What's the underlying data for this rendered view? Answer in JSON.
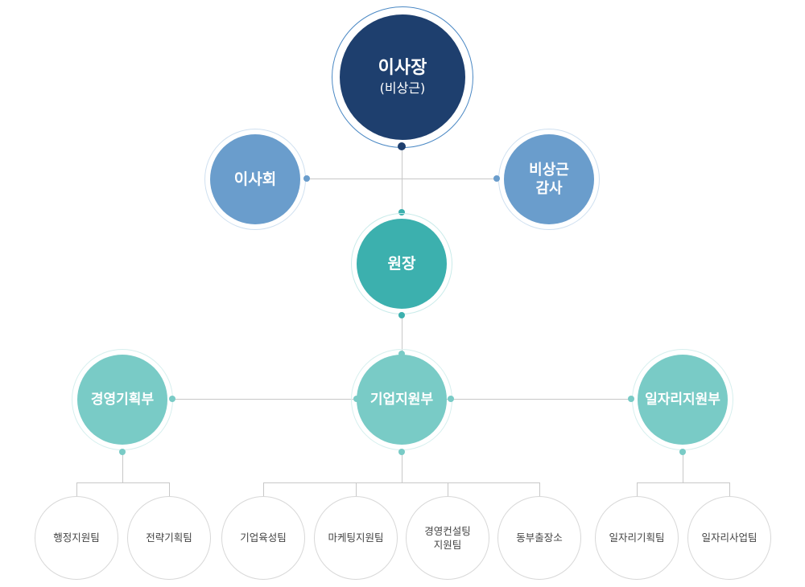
{
  "chairman": {
    "title": "이사장",
    "subtitle": "(비상근)"
  },
  "board": {
    "label": "이사회"
  },
  "auditor": {
    "line1": "비상근",
    "line2": "감사"
  },
  "director": {
    "label": "원장"
  },
  "departments": [
    {
      "label": "경영기획부",
      "teams": [
        "행정지원팀",
        "전략기획팀"
      ]
    },
    {
      "label": "기업지원부",
      "teams": [
        "기업육성팀",
        "마케팅지원팀",
        [
          "경영컨설팅",
          "지원팀"
        ],
        "동부출장소"
      ]
    },
    {
      "label": "일자리지원부",
      "teams": [
        "일자리기획팀",
        "일자리사업팀"
      ]
    }
  ],
  "colors": {
    "chairman": "#1e3f6e",
    "board": "#6a9dcc",
    "director": "#3cb0ae",
    "department": "#79cbc6",
    "team_border": "#d8d8d8",
    "line": "#c8c8c8"
  }
}
